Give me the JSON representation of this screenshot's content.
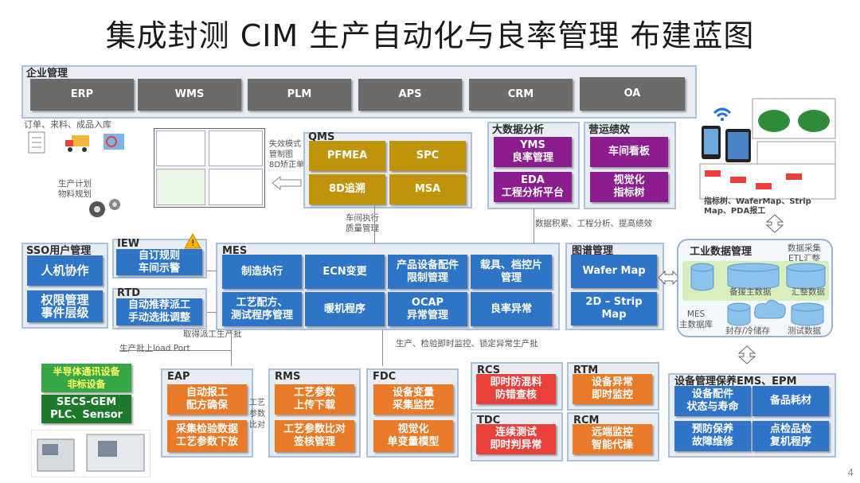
{
  "title": "集成封测 CIM 生产自动化与良率管理 布建蓝图",
  "page_number": "4",
  "enterprise": {
    "title": "企业管理",
    "systems": [
      "ERP",
      "WMS",
      "PLM",
      "APS",
      "CRM",
      "OA"
    ],
    "note": "订单、来料、成品入库"
  },
  "plan_note": "生产计划\n物料规划",
  "qms": {
    "title": "QMS",
    "items": [
      "PFMEA",
      "SPC",
      "8D追溯",
      "MSA"
    ],
    "side_note": "失效模式\n管制图\n8D矫正单"
  },
  "bigdata": {
    "title": "大数据分析",
    "items": [
      "YMS\n良率管理",
      "EDA\n工程分析平台"
    ]
  },
  "ops": {
    "title": "营运绩效",
    "items": [
      "车间看板",
      "视觉化\n指标树"
    ]
  },
  "mobile_note": "指标树、WaferMap、Strip\nMap、PDA报工",
  "notes": {
    "workshop": "车间执行\n质量管理",
    "data_flow": "数据积累、工程分析、提高绩效",
    "dispatch": "取得派工生产批",
    "load_port": "生产批上load Port",
    "monitor": "生产、检验即时监控、锁定异常生产批",
    "recipe": "工艺\n参数\n比对"
  },
  "sso": {
    "title": "SSO用户管理",
    "items": [
      "人机协作",
      "权限管理\n事件层级"
    ]
  },
  "iew": {
    "title": "IEW",
    "item": "自订规则\n车间示警"
  },
  "rtd": {
    "title": "RTD",
    "item": "自动推荐派工\n手动选批调整"
  },
  "mes": {
    "title": "MES",
    "row1": [
      "制造执行",
      "ECN变更",
      "产品设备配件\n限制管理",
      "载具、档控片\n管理"
    ],
    "row2": [
      "工艺配方、\n测试程序管理",
      "暖机程序",
      "OCAP\n异常管理",
      "良率异常"
    ]
  },
  "map_mgmt": {
    "title": "图谱管理",
    "items": [
      "Wafer Map",
      "2D – Strip\nMap"
    ]
  },
  "industrial": {
    "title": "工业数据管理",
    "collect": "数据采集\nETL汇整",
    "backup": "备援主数据",
    "summary": "汇整数据",
    "mes_db": "MES\n主数据库",
    "archive": "封存/冷储存",
    "test": "测试数据"
  },
  "equipment": {
    "title": "半导体通讯设备\n非标设备",
    "protocol": "SECS-GEM\nPLC、Sensor"
  },
  "eap": {
    "title": "EAP",
    "items": [
      "自动报工\n配方确保",
      "采集检验数据\n工艺参数下放"
    ]
  },
  "rms": {
    "title": "RMS",
    "items": [
      "工艺参数\n上传下载",
      "工艺参数比对\n签核管理"
    ]
  },
  "fdc": {
    "title": "FDC",
    "items": [
      "设备变量\n采集监控",
      "视觉化\n单变量模型"
    ]
  },
  "rcs": {
    "title": "RCS",
    "item": "即时防混料\n防错查核"
  },
  "tdc": {
    "title": "TDC",
    "item": "连续测试\n即时判异常"
  },
  "rtm": {
    "title": "RTM",
    "item": "设备异常\n即时监控"
  },
  "rcm": {
    "title": "RCM",
    "item": "远端监控\n智能代操"
  },
  "ems": {
    "title": "设备管理保养EMS、EPM",
    "items": [
      "设备配件\n状态与寿命",
      "备品耗材",
      "预防保养\n故障维修",
      "点检品检\n复机程序"
    ]
  },
  "colors": {
    "mes_blue": "#2e75c8",
    "eap_orange": "#e97a27",
    "qms_gold": "#c0940a",
    "bigdata_purple": "#8b1d8f",
    "alert_red": "#e8403a",
    "equip_green": "#37a647"
  }
}
